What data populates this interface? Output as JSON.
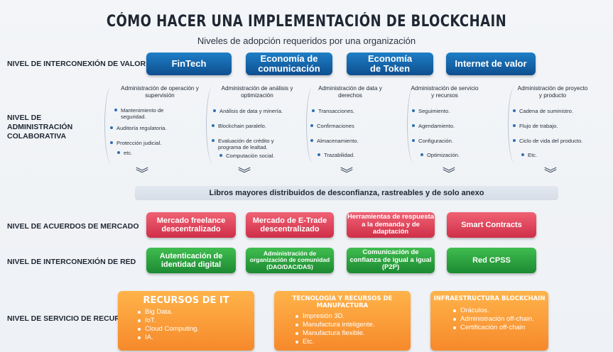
{
  "title": "CÓMO HACER UNA IMPLEMENTACIÓN DE BLOCKCHAIN",
  "subtitle": "Niveles de adopción requeridos por una organización",
  "row_labels": {
    "valor": "NIVEL DE INTERCONEXIÓN DE VALOR",
    "admin": "NIVEL DE ADMINISTRACIÓN COLABORATIVA",
    "mercado": "NIVEL DE ACUERDOS DE MERCADO",
    "red": "NIVEL DE INTERCONEXIÓN DE RED",
    "recursos": "NIVEL DE SERVICIO DE RECURSOS"
  },
  "valor_pills": [
    "FinTech",
    "Economía de comunicación",
    "Economía de Token",
    "Internet de valor"
  ],
  "admin_columns": [
    {
      "head": "Administración de operación y supervisión",
      "items": [
        "Mantenimiento de seguridad.",
        "Auditoría regulatoria.",
        "Protección judicial.",
        "etc."
      ]
    },
    {
      "head": "Administración de análisis y optimización",
      "items": [
        "Análisis de data y minería.",
        "Blockchain paralelo.",
        "Evaluación de crédito y programa de lealtad.",
        "Computación social."
      ]
    },
    {
      "head": "Administración de data y derechos",
      "items": [
        "Transacciones.",
        "Confirmaciones",
        "Almacenamiento.",
        "Trazabilidad."
      ]
    },
    {
      "head": "Administración de servicio y recursos",
      "items": [
        "Seguimiento.",
        "Agendamiento.",
        "Configuración.",
        "Optimización."
      ]
    },
    {
      "head": "Administración de proyecto y producto",
      "items": [
        "Cadena de suministro.",
        "Flujo de trabajo.",
        "Ciclo de vida del producto.",
        "Etc."
      ]
    }
  ],
  "ledger": "Libros mayores distribuidos de desconfianza, rastreables y de solo anexo",
  "mercado_pills": [
    "Mercado freelance descentralizado",
    "Mercado de E-Trade descentralizado",
    "Herramientas de respuesta a la demanda y de adaptación",
    "Smart Contracts"
  ],
  "red_pills": [
    "Autenticación de identidad digital",
    "Administración de organización de comunidad (DAO/DAC/DAS)",
    "Comunicación de confianza de igual a igual (P2P)",
    "Red CPSS"
  ],
  "recursos": [
    {
      "title": "RECURSOS DE IT",
      "items": [
        "Big Data.",
        "IoT.",
        "Cloud Computing.",
        "IA."
      ]
    },
    {
      "title": "TECNOLOGÍA Y RECURSOS DE MANUFACTURA",
      "items": [
        "Impresión 3D.",
        "Manufactura inteligente.",
        "Manufactura flexible.",
        "Etc."
      ]
    },
    {
      "title": "INFRAESTRUCTURA BLOCKCHAIN",
      "items": [
        "Oráculos.",
        "Administración off-chain.",
        "Certificación off-chain"
      ]
    }
  ],
  "colors": {
    "blue": "#1466a8",
    "red": "#e0465d",
    "green": "#2ea043",
    "orange": "#f79a35"
  }
}
